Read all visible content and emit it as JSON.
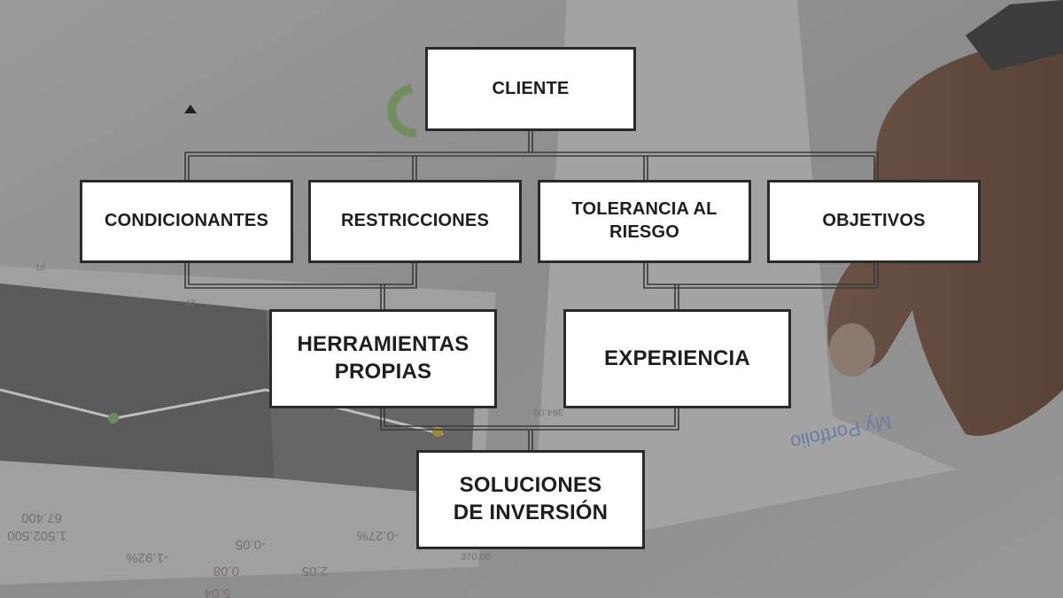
{
  "diagram": {
    "nodes": {
      "cliente": "CLIENTE",
      "condicionantes": "CONDICIONANTES",
      "restricciones": "RESTRICCIONES",
      "tolerancia": "TOLERANCIA AL\nRIESGO",
      "objetivos": "OBJETIVOS",
      "herramientas": "HERRAMIENTAS\nPROPIAS",
      "experiencia": "EXPERIENCIA",
      "soluciones": "SOLUCIONES\nDE INVERSIÓN"
    },
    "edges": [
      [
        "cliente",
        "condicionantes"
      ],
      [
        "cliente",
        "restricciones"
      ],
      [
        "cliente",
        "tolerancia"
      ],
      [
        "cliente",
        "objetivos"
      ],
      [
        "condicionantes",
        "herramientas"
      ],
      [
        "restricciones",
        "herramientas"
      ],
      [
        "tolerancia",
        "experiencia"
      ],
      [
        "objetivos",
        "experiencia"
      ],
      [
        "herramientas",
        "soluciones"
      ],
      [
        "experiencia",
        "soluciones"
      ]
    ]
  },
  "background": {
    "portfolio_text": "My Portfolio",
    "table_values": [
      "-0.27%",
      "-0.05",
      "2.05",
      "-1.92%",
      "0.08",
      "5.04",
      "370.00",
      "364.00",
      "67.400",
      "1.502.500"
    ],
    "axis_ticks": [
      "18",
      "18"
    ]
  },
  "colors": {
    "node_fill": "#ffffff",
    "node_border": "#2a2a2a",
    "connector": "#3a3a3a",
    "overlay": "#8e8e8e"
  }
}
